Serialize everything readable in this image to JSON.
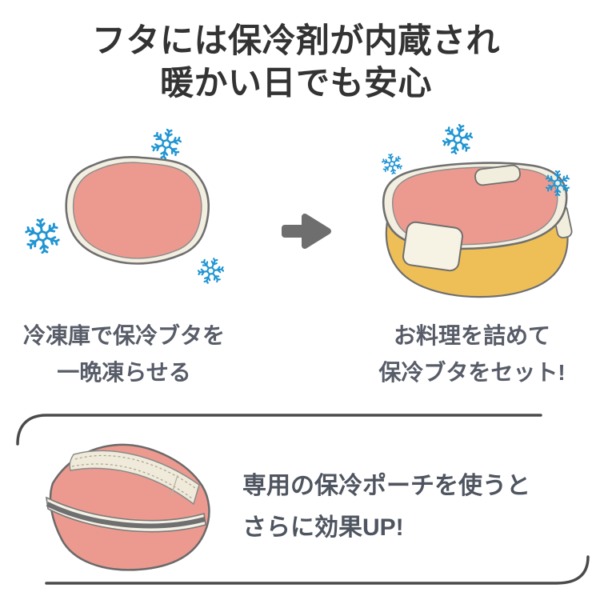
{
  "title": {
    "lines": [
      "フタには保冷剤が内蔵され",
      "暖かい日でも安心"
    ]
  },
  "steps": [
    {
      "illustration": "cooling-lid-with-snowflakes",
      "caption_lines": [
        "冷凍庫で保冷ブタを",
        "一晩凍らせる"
      ],
      "snowflake_count": 3
    },
    {
      "illustration": "bento-box-with-cooling-lid",
      "caption_lines": [
        "お料理を詰めて",
        "保冷ブタをセット!"
      ],
      "snowflake_count": 3
    }
  ],
  "arrow_icon": "arrow-right",
  "bottom_note": {
    "illustration": "cooling-pouch",
    "lines": [
      "専用の保冷ポーチを使うと",
      "さらに効果UP!"
    ]
  },
  "colors": {
    "background": "#ffffff",
    "title_text": "#333333",
    "caption_text": "#575c68",
    "note_text": "#4f5560",
    "lid_pink": "#ec9a8f",
    "rim_cream": "#f2eee0",
    "box_yellow": "#efbf57",
    "snowflake_blue": "#2095d3",
    "illustration_outline": "#6f6f6f",
    "arrow_gray": "#6e6e6e",
    "frame_gray": "#4a4a4a"
  }
}
